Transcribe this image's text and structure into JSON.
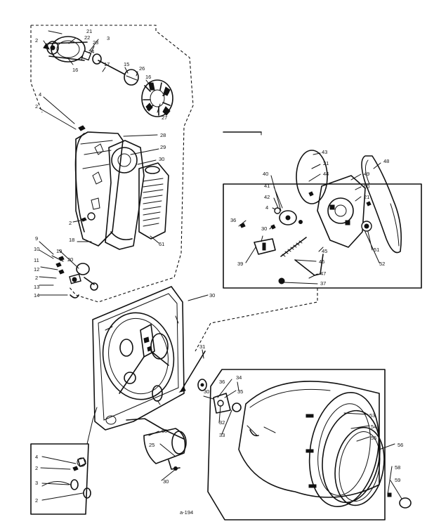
{
  "diagram": {
    "background": "#ffffff",
    "ink": "#111111",
    "footer_code": "a-194",
    "callouts": [
      {
        "id": "c01",
        "text": "21"
      },
      {
        "id": "c02",
        "text": "2"
      },
      {
        "id": "c03",
        "text": "22"
      },
      {
        "id": "c04",
        "text": "3"
      },
      {
        "id": "c05",
        "text": "23"
      },
      {
        "id": "c06",
        "text": "24"
      },
      {
        "id": "c07",
        "text": "16"
      },
      {
        "id": "c08",
        "text": "17"
      },
      {
        "id": "c09",
        "text": "15"
      },
      {
        "id": "c10",
        "text": "26"
      },
      {
        "id": "c11",
        "text": "16"
      },
      {
        "id": "c12",
        "text": "27"
      },
      {
        "id": "c13",
        "text": "4"
      },
      {
        "id": "c14",
        "text": "2"
      },
      {
        "id": "c15",
        "text": "28"
      },
      {
        "id": "c16",
        "text": "29"
      },
      {
        "id": "c17",
        "text": "30"
      },
      {
        "id": "c18",
        "text": "2"
      },
      {
        "id": "c19",
        "text": "18"
      },
      {
        "id": "c20",
        "text": "61"
      },
      {
        "id": "c21",
        "text": "9"
      },
      {
        "id": "c22",
        "text": "10"
      },
      {
        "id": "c23",
        "text": "19"
      },
      {
        "id": "c24",
        "text": "11"
      },
      {
        "id": "c25",
        "text": "20"
      },
      {
        "id": "c26",
        "text": "12"
      },
      {
        "id": "c27",
        "text": "2"
      },
      {
        "id": "c28",
        "text": "13"
      },
      {
        "id": "c29",
        "text": "14"
      },
      {
        "id": "c30",
        "text": "30"
      },
      {
        "id": "c31",
        "text": "43"
      },
      {
        "id": "c32",
        "text": "21"
      },
      {
        "id": "c33",
        "text": "44"
      },
      {
        "id": "c34",
        "text": "40"
      },
      {
        "id": "c35",
        "text": "41"
      },
      {
        "id": "c36",
        "text": "42"
      },
      {
        "id": "c37",
        "text": "4"
      },
      {
        "id": "c38",
        "text": "36"
      },
      {
        "id": "c39",
        "text": "30"
      },
      {
        "id": "c40",
        "text": "39"
      },
      {
        "id": "c41",
        "text": "48"
      },
      {
        "id": "c42",
        "text": "49"
      },
      {
        "id": "c43",
        "text": "50"
      },
      {
        "id": "c44",
        "text": "21"
      },
      {
        "id": "c45",
        "text": "45"
      },
      {
        "id": "c46",
        "text": "46"
      },
      {
        "id": "c47",
        "text": "47"
      },
      {
        "id": "c48",
        "text": "37"
      },
      {
        "id": "c49",
        "text": "51"
      },
      {
        "id": "c50",
        "text": "52"
      },
      {
        "id": "c51",
        "text": "31"
      },
      {
        "id": "c52",
        "text": "36"
      },
      {
        "id": "c53",
        "text": "34"
      },
      {
        "id": "c54",
        "text": "35"
      },
      {
        "id": "c55",
        "text": "30"
      },
      {
        "id": "c56",
        "text": "32"
      },
      {
        "id": "c57",
        "text": "33"
      },
      {
        "id": "c58",
        "text": "60"
      },
      {
        "id": "c59",
        "text": "25"
      },
      {
        "id": "c60",
        "text": "30"
      },
      {
        "id": "c61",
        "text": "53"
      },
      {
        "id": "c62",
        "text": "54"
      },
      {
        "id": "c63",
        "text": "55"
      },
      {
        "id": "c64",
        "text": "56"
      },
      {
        "id": "c65",
        "text": "58"
      },
      {
        "id": "c66",
        "text": "59"
      },
      {
        "id": "c67",
        "text": "4"
      },
      {
        "id": "c68",
        "text": "2"
      },
      {
        "id": "c69",
        "text": "3"
      },
      {
        "id": "c70",
        "text": "2"
      }
    ]
  }
}
